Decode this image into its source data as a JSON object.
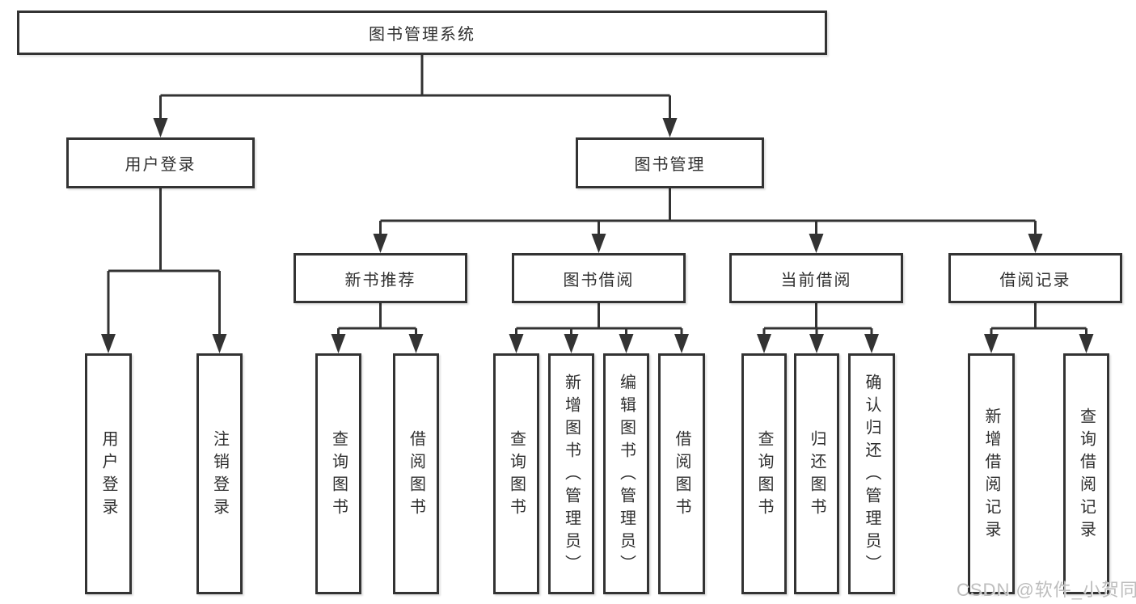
{
  "diagram": {
    "type": "hierarchy-tree",
    "tree": {
      "root": {
        "label": "图书管理系统"
      },
      "branches": [
        {
          "label": "用户登录",
          "children": [
            {
              "label": "用户登录"
            },
            {
              "label": "注销登录"
            }
          ]
        },
        {
          "label": "图书管理",
          "groups": [
            {
              "label": "新书推荐",
              "children": [
                {
                  "label": "查询图书"
                },
                {
                  "label": "借阅图书"
                }
              ]
            },
            {
              "label": "图书借阅",
              "children": [
                {
                  "label": "查询图书"
                },
                {
                  "label": "新增图书（管理员）"
                },
                {
                  "label": "编辑图书（管理员）"
                },
                {
                  "label": "借阅图书"
                }
              ]
            },
            {
              "label": "当前借阅",
              "children": [
                {
                  "label": "查询图书"
                },
                {
                  "label": "归还图书"
                },
                {
                  "label": "确认归还（管理员）"
                }
              ]
            },
            {
              "label": "借阅记录",
              "children": [
                {
                  "label": "新增借阅记录"
                },
                {
                  "label": "查询借阅记录"
                }
              ]
            }
          ]
        }
      ]
    },
    "colors": {
      "line": "#333333",
      "box_border": "#333333",
      "box_fill": "#ffffff",
      "text": "#2f2f2f",
      "watermark": "#bdbdbd"
    }
  },
  "watermark": {
    "text": "CSDN @软件_小贺同学"
  }
}
